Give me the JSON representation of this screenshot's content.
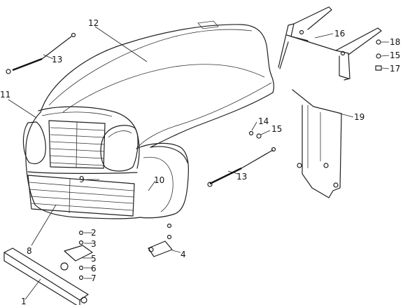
{
  "callouts": [
    {
      "id": "1"
    },
    {
      "id": "2"
    },
    {
      "id": "3"
    },
    {
      "id": "4"
    },
    {
      "id": "5"
    },
    {
      "id": "6"
    },
    {
      "id": "7"
    },
    {
      "id": "8"
    },
    {
      "id": "9"
    },
    {
      "id": "10"
    },
    {
      "id": "11"
    },
    {
      "id": "12"
    },
    {
      "id": "13"
    },
    {
      "id": "14"
    },
    {
      "id": "15"
    },
    {
      "id": "16"
    },
    {
      "id": "17"
    },
    {
      "id": "18"
    },
    {
      "id": "19"
    }
  ],
  "colors": {
    "ink": "#1f1f1f",
    "background": "#ffffff"
  }
}
